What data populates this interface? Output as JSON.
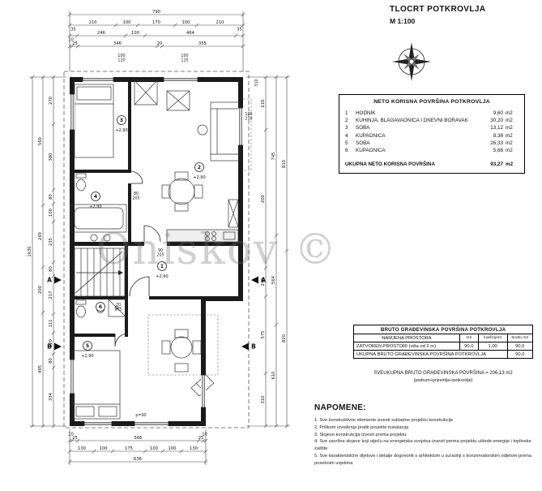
{
  "header": {
    "title": "TLOCRT POTKROVLJA",
    "scale": "M 1:100"
  },
  "watermark": "Oniskov ©",
  "sections": {
    "a": "A",
    "b": "B"
  },
  "neto": {
    "title": "NETO KORISNA POVRŠINA POTKROVLJA",
    "rows": [
      {
        "num": "1",
        "name": "HODNIK",
        "value": "9,60",
        "unit": "m2"
      },
      {
        "num": "2",
        "name": "KUHINJA, BLAGAVAONICA I DNEVNI BORAVAK",
        "value": "30,20",
        "unit": "m2"
      },
      {
        "num": "3",
        "name": "SOBA",
        "value": "13,12",
        "unit": "m2"
      },
      {
        "num": "4",
        "name": "KUPAONICA",
        "value": "8,36",
        "unit": "m2"
      },
      {
        "num": "5",
        "name": "SOBA",
        "value": "26,33",
        "unit": "m2"
      },
      {
        "num": "6",
        "name": "KUPAONICA",
        "value": "5,66",
        "unit": "m2"
      }
    ],
    "total_label": "UKUPNA NETO KORISNA POVRŠINA",
    "total_value": "93,27",
    "total_unit": "m2"
  },
  "bruto": {
    "title": "BRUTO GRAĐEVINSKA POVRŠINA POTKROVLJA",
    "header": [
      "NAMJENA PROSTORA",
      "m2",
      "koeficijent",
      "brutto m2"
    ],
    "row": [
      "ZATVOREN PROSTORI (viša od 2 m)",
      "90,0",
      "1,00",
      "90,0"
    ],
    "total_label": "UKUPNA BRUTO GRAĐEVINSKA POVRŠINA POTKROVLJA",
    "total_value": "90,0",
    "grand_total": "SVEUKUPNA BRUTO GRAĐEVINSKA POVRŠINA = 206,13 m2",
    "grand_total_note": "(podrum+prizemlje+potkrovlje)"
  },
  "notes": {
    "title": "NAPOMENE:",
    "items": [
      "1. Sve konstruktivne elemente izvesti sukladno projektu konstrukcije",
      "2. Prilikom izvođenja pratiti projekte instalacija",
      "3. Slojeve konstrukcija izvesti prema projektu",
      "4. Sve završne slojeve koji utječu na energetska svojstva izvesti prema projektu uštede energije i toplinske zaštite",
      "5. Sve karakteristične dijelove i detalje dogovoriti s arhitektom u suradnji s konzervatorskim odjelom prema posebnim uvjetima"
    ]
  },
  "rooms": [
    {
      "num": "1",
      "elev": "+2,90"
    },
    {
      "num": "2",
      "elev": "+2,90"
    },
    {
      "num": "3",
      "elev": "+2,90"
    },
    {
      "num": "4",
      "elev": "+2,90"
    },
    {
      "num": "5",
      "elev": "+2,90"
    },
    {
      "num": "6",
      "elev": ""
    }
  ],
  "dims": {
    "top1": [
      "790"
    ],
    "top2": [
      "210",
      "100",
      "170",
      "100",
      "210"
    ],
    "top3": [
      "35",
      "246",
      "100",
      "464",
      "35"
    ],
    "top4": [
      "10",
      "25",
      "346",
      "20",
      "355"
    ],
    "left_outer": [
      "1630"
    ],
    "left_mid": [
      "560",
      "269",
      "200",
      "495"
    ],
    "left_inner": [
      "270",
      "380",
      "80",
      "100",
      "235",
      "80",
      "217",
      "111",
      "120",
      "80",
      "334"
    ],
    "right_outer": [
      "810",
      "820"
    ],
    "right_mid": [
      "745",
      "564",
      "610"
    ],
    "right_inner": [
      "216",
      "200",
      "240",
      "575",
      "310"
    ],
    "bottom1": [
      "10",
      "25",
      "566",
      "25",
      "10"
    ],
    "bottom2": [
      "130",
      "100",
      "175",
      "100",
      "100",
      "130"
    ],
    "bottom3": [
      "636"
    ]
  },
  "micro_dims": [
    [
      "100",
      "120"
    ],
    [
      "100",
      "120"
    ],
    [
      "310"
    ],
    [
      "100",
      "210"
    ],
    [
      "80",
      "205"
    ],
    [
      "90",
      "205"
    ],
    [
      "70",
      "205"
    ],
    [
      "p=90"
    ]
  ]
}
